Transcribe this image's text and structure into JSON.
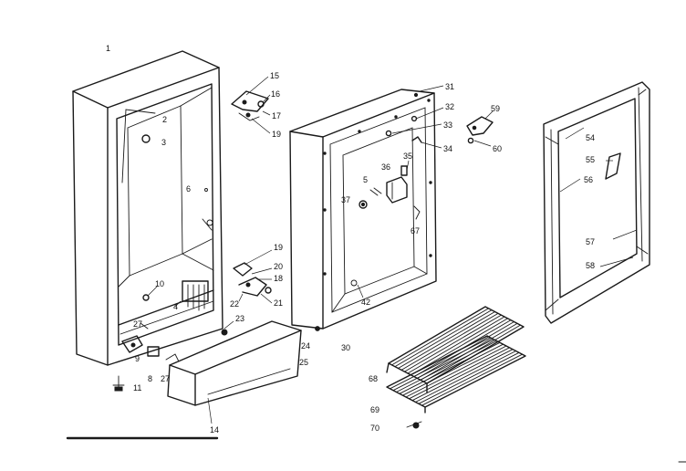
{
  "callouts": [
    {
      "id": "1",
      "text": "1"
    },
    {
      "id": "2",
      "text": "2"
    },
    {
      "id": "3",
      "text": "3"
    },
    {
      "id": "6",
      "text": "6"
    },
    {
      "id": "15",
      "text": "15"
    },
    {
      "id": "16",
      "text": "16"
    },
    {
      "id": "17",
      "text": "17"
    },
    {
      "id": "19a",
      "text": "19"
    },
    {
      "id": "19b",
      "text": "19"
    },
    {
      "id": "20",
      "text": "20"
    },
    {
      "id": "18",
      "text": "18"
    },
    {
      "id": "21",
      "text": "21"
    },
    {
      "id": "22",
      "text": "22"
    },
    {
      "id": "23",
      "text": "23"
    },
    {
      "id": "10",
      "text": "10"
    },
    {
      "id": "4",
      "text": "4"
    },
    {
      "id": "27a",
      "text": "27"
    },
    {
      "id": "27b",
      "text": "27"
    },
    {
      "id": "9",
      "text": "9"
    },
    {
      "id": "8",
      "text": "8"
    },
    {
      "id": "11",
      "text": "11"
    },
    {
      "id": "14",
      "text": "14"
    },
    {
      "id": "31",
      "text": "31"
    },
    {
      "id": "32",
      "text": "32"
    },
    {
      "id": "33",
      "text": "33"
    },
    {
      "id": "34",
      "text": "34"
    },
    {
      "id": "35",
      "text": "35"
    },
    {
      "id": "36",
      "text": "36"
    },
    {
      "id": "5",
      "text": "5"
    },
    {
      "id": "37",
      "text": "37"
    },
    {
      "id": "67",
      "text": "67"
    },
    {
      "id": "42",
      "text": "42"
    },
    {
      "id": "24",
      "text": "24"
    },
    {
      "id": "30",
      "text": "30"
    },
    {
      "id": "25",
      "text": "25"
    },
    {
      "id": "59",
      "text": "59"
    },
    {
      "id": "60",
      "text": "60"
    },
    {
      "id": "54",
      "text": "54"
    },
    {
      "id": "55",
      "text": "55"
    },
    {
      "id": "56",
      "text": "56"
    },
    {
      "id": "57",
      "text": "57"
    },
    {
      "id": "58",
      "text": "58"
    },
    {
      "id": "68",
      "text": "68"
    },
    {
      "id": "69",
      "text": "69"
    },
    {
      "id": "70",
      "text": "70"
    }
  ]
}
